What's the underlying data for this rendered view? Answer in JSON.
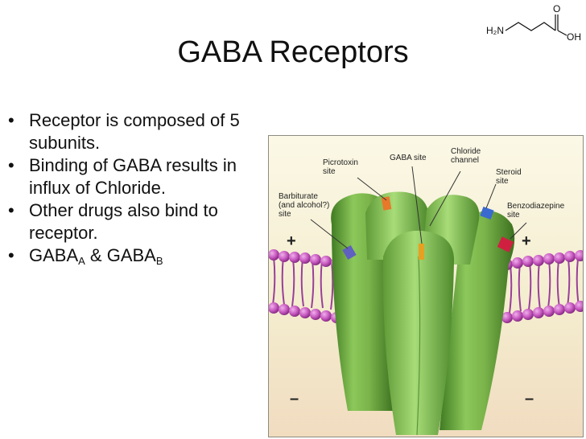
{
  "slide": {
    "title": "GABA Receptors",
    "bullets": [
      {
        "text": "Receptor is composed of 5 subunits."
      },
      {
        "text": "Binding of GABA results in influx of Chloride."
      },
      {
        "text": "Other drugs also bind to receptor."
      },
      {
        "text_a": "GABA",
        "sub_a": "A",
        "mid": " & ",
        "text_b": "GABA",
        "sub_b": "B"
      }
    ],
    "bullet_glyph": "•"
  },
  "molecule": {
    "left_group": "H₂N",
    "right_o": "O",
    "right_oh": "OH"
  },
  "figure": {
    "labels": {
      "picrotoxin": "Picrotoxin\nsite",
      "gaba_site": "GABA site",
      "chloride": "Chloride\nchannel",
      "steroid": "Steroid\nsite",
      "barbiturate": "Barbiturate\n(and alcohol?)\nsite",
      "benzodiazepine": "Benzodiazepine\nsite"
    },
    "plus_left": "+",
    "plus_right": "+",
    "minus_left": "–",
    "minus_right": "–",
    "colors": {
      "background": "#f7f3dc",
      "membrane_heads": "#c85ac0",
      "membrane_tails": "#9a3f9a",
      "receptor": "#7ab44a",
      "receptor_dark": "#4e8a2c",
      "picrotoxin_marker": "#e8782a",
      "gaba_marker": "#e8a020",
      "steroid_marker": "#3a6ad0",
      "barbiturate_marker": "#6060c0",
      "benzodiazepine_marker": "#d02040"
    }
  }
}
